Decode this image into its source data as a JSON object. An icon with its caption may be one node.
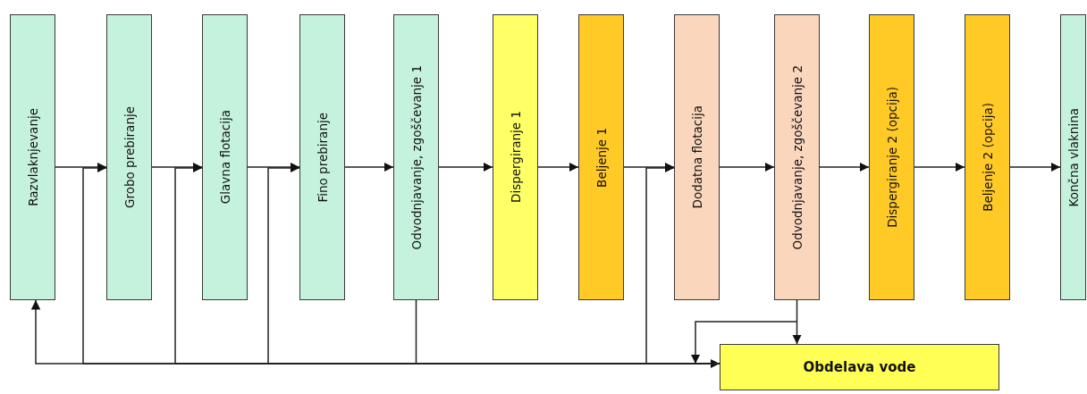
{
  "diagram": {
    "nodes": [
      {
        "text": [
          "Razvlaknjevanje"
        ]
      },
      {
        "text": [
          "Grobo prebiranje"
        ]
      },
      {
        "text": [
          "Glavna flotacija"
        ]
      },
      {
        "text": [
          "Fino prebiranje"
        ]
      },
      {
        "text": [
          "Odvodnjavanje, zgoščevanje 1"
        ]
      },
      {
        "text": [
          "Dispergiranje 1"
        ]
      },
      {
        "text": [
          "Beljenje 1"
        ]
      },
      {
        "text": [
          "Dodatna flotacija"
        ]
      },
      {
        "text": [
          "Odvodnjavanje, zgoščevanje 2"
        ]
      },
      {
        "text": [
          "Dispergiranje 2 (opcija)"
        ]
      },
      {
        "text": [
          "Beljenje 2 (opcija)"
        ]
      },
      {
        "text": [
          "Končna vlaknina"
        ]
      },
      {
        "text": [
          "Obdelava vode"
        ]
      }
    ],
    "edges": [
      {
        "from": 0,
        "to": 1,
        "arrow": "to"
      },
      {
        "from": 1,
        "to": 2,
        "arrow": "to"
      },
      {
        "from": 2,
        "to": 3,
        "arrow": "to"
      },
      {
        "from": 3,
        "to": 4,
        "arrow": "to"
      },
      {
        "from": 4,
        "to": 5,
        "arrow": "to"
      },
      {
        "from": 5,
        "to": 6,
        "arrow": "to"
      },
      {
        "from": 6,
        "to": 7,
        "arrow": "to"
      },
      {
        "from": 7,
        "to": 8,
        "arrow": "to"
      },
      {
        "from": 8,
        "to": 9,
        "arrow": "to"
      },
      {
        "from": 9,
        "to": 10,
        "arrow": "to"
      },
      {
        "from": 10,
        "to": 11,
        "arrow": "to"
      },
      {
        "from": 4,
        "to": 12,
        "arrow": "to"
      },
      {
        "from": 8,
        "to": 12,
        "arrow": "to"
      },
      {
        "from": 8,
        "to": 12,
        "arrow": "to"
      },
      {
        "from": 12,
        "to": 0,
        "arrow": "to"
      },
      {
        "from": 12,
        "to": 1,
        "arrow": "to"
      },
      {
        "from": 12,
        "to": 2,
        "arrow": "to"
      },
      {
        "from": 12,
        "to": 3,
        "arrow": "to"
      },
      {
        "from": 12,
        "to": 7,
        "arrow": "to"
      }
    ]
  }
}
